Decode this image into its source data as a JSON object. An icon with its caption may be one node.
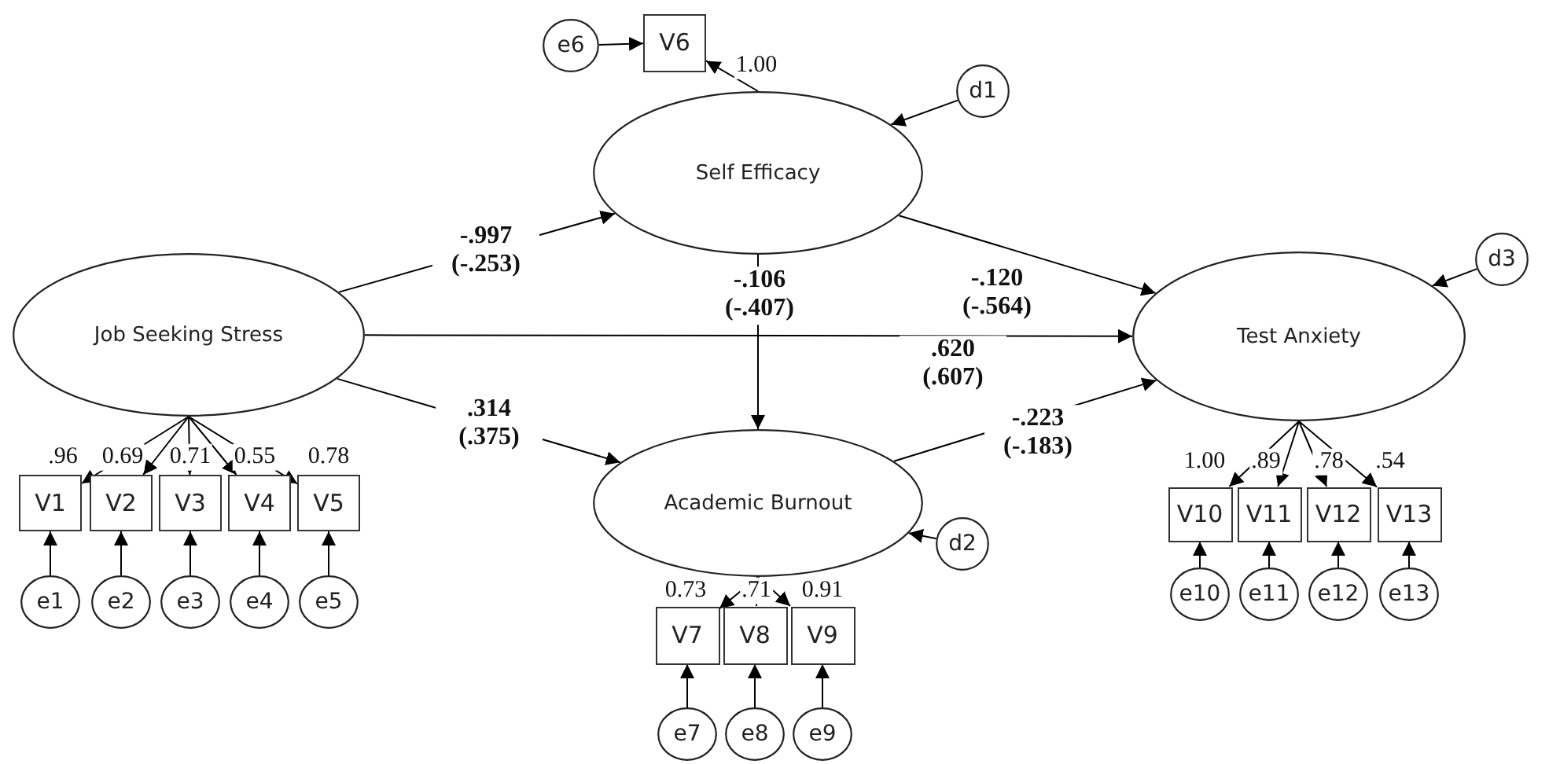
{
  "diagram": {
    "nodes": [
      {
        "text": [
          "Job Seeking Stress"
        ]
      },
      {
        "text": [
          "Self Efficacy"
        ]
      },
      {
        "text": [
          "Academic Burnout"
        ]
      },
      {
        "text": [
          "Test Anxiety"
        ]
      },
      {
        "text": [
          "V6"
        ]
      },
      {
        "text": [
          "e6"
        ]
      },
      {
        "text": [
          "d1"
        ]
      },
      {
        "text": [
          "d2"
        ]
      },
      {
        "text": [
          "d3"
        ]
      },
      {
        "text": [
          "V1"
        ]
      },
      {
        "text": [
          "V2"
        ]
      },
      {
        "text": [
          "V3"
        ]
      },
      {
        "text": [
          "V4"
        ]
      },
      {
        "text": [
          "V5"
        ]
      },
      {
        "text": [
          "e1"
        ]
      },
      {
        "text": [
          "e2"
        ]
      },
      {
        "text": [
          "e3"
        ]
      },
      {
        "text": [
          "e4"
        ]
      },
      {
        "text": [
          "e5"
        ]
      },
      {
        "text": [
          "V7"
        ]
      },
      {
        "text": [
          "V8"
        ]
      },
      {
        "text": [
          "V9"
        ]
      },
      {
        "text": [
          "e7"
        ]
      },
      {
        "text": [
          "e8"
        ]
      },
      {
        "text": [
          "e9"
        ]
      },
      {
        "text": [
          "V10"
        ]
      },
      {
        "text": [
          "V11"
        ]
      },
      {
        "text": [
          "V12"
        ]
      },
      {
        "text": [
          "V13"
        ]
      },
      {
        "text": [
          "e10"
        ]
      },
      {
        "text": [
          "e11"
        ]
      },
      {
        "text": [
          "e12"
        ]
      },
      {
        "text": [
          "e13"
        ]
      }
    ],
    "edges": [
      {
        "from": 0,
        "to": 1,
        "arrow": "to",
        "label": "-.997 (-.253)"
      },
      {
        "from": 0,
        "to": 3,
        "arrow": "to",
        "label": ".620 (.607)"
      },
      {
        "from": 0,
        "to": 2,
        "arrow": "to",
        "label": ".314 (.375)"
      },
      {
        "from": 1,
        "to": 2,
        "arrow": "to",
        "label": "-.106 (-.407)"
      },
      {
        "from": 1,
        "to": 3,
        "arrow": "to",
        "label": "-.120 (-.564)"
      },
      {
        "from": 2,
        "to": 3,
        "arrow": "to",
        "label": "-.223 (-.183)"
      },
      {
        "from": 6,
        "to": 1,
        "arrow": "to"
      },
      {
        "from": 7,
        "to": 2,
        "arrow": "to"
      },
      {
        "from": 8,
        "to": 3,
        "arrow": "to"
      },
      {
        "from": 5,
        "to": 4,
        "arrow": "to"
      },
      {
        "from": 1,
        "to": 4,
        "arrow": "to",
        "label": "1.00"
      },
      {
        "from": 0,
        "to": 9,
        "arrow": "to",
        "label": ".96"
      },
      {
        "from": 0,
        "to": 10,
        "arrow": "to",
        "label": "0.69"
      },
      {
        "from": 0,
        "to": 11,
        "arrow": "to",
        "label": "0.71"
      },
      {
        "from": 0,
        "to": 12,
        "arrow": "to",
        "label": "0.55"
      },
      {
        "from": 0,
        "to": 13,
        "arrow": "to",
        "label": "0.78"
      },
      {
        "from": 14,
        "to": 9,
        "arrow": "to"
      },
      {
        "from": 15,
        "to": 10,
        "arrow": "to"
      },
      {
        "from": 16,
        "to": 11,
        "arrow": "to"
      },
      {
        "from": 17,
        "to": 12,
        "arrow": "to"
      },
      {
        "from": 18,
        "to": 13,
        "arrow": "to"
      },
      {
        "from": 2,
        "to": 19,
        "arrow": "to",
        "label": "0.73"
      },
      {
        "from": 2,
        "to": 20,
        "arrow": "to",
        "label": ".71"
      },
      {
        "from": 2,
        "to": 21,
        "arrow": "to",
        "label": "0.91"
      },
      {
        "from": 22,
        "to": 19,
        "arrow": "to"
      },
      {
        "from": 23,
        "to": 20,
        "arrow": "to"
      },
      {
        "from": 24,
        "to": 21,
        "arrow": "to"
      },
      {
        "from": 3,
        "to": 25,
        "arrow": "to",
        "label": "1.00"
      },
      {
        "from": 3,
        "to": 26,
        "arrow": "to",
        "label": ".89"
      },
      {
        "from": 3,
        "to": 27,
        "arrow": "to",
        "label": ".78"
      },
      {
        "from": 3,
        "to": 28,
        "arrow": "to",
        "label": ".54"
      },
      {
        "from": 29,
        "to": 25,
        "arrow": "to"
      },
      {
        "from": 30,
        "to": 26,
        "arrow": "to"
      },
      {
        "from": 31,
        "to": 27,
        "arrow": "to"
      },
      {
        "from": 32,
        "to": 28,
        "arrow": "to"
      }
    ]
  }
}
